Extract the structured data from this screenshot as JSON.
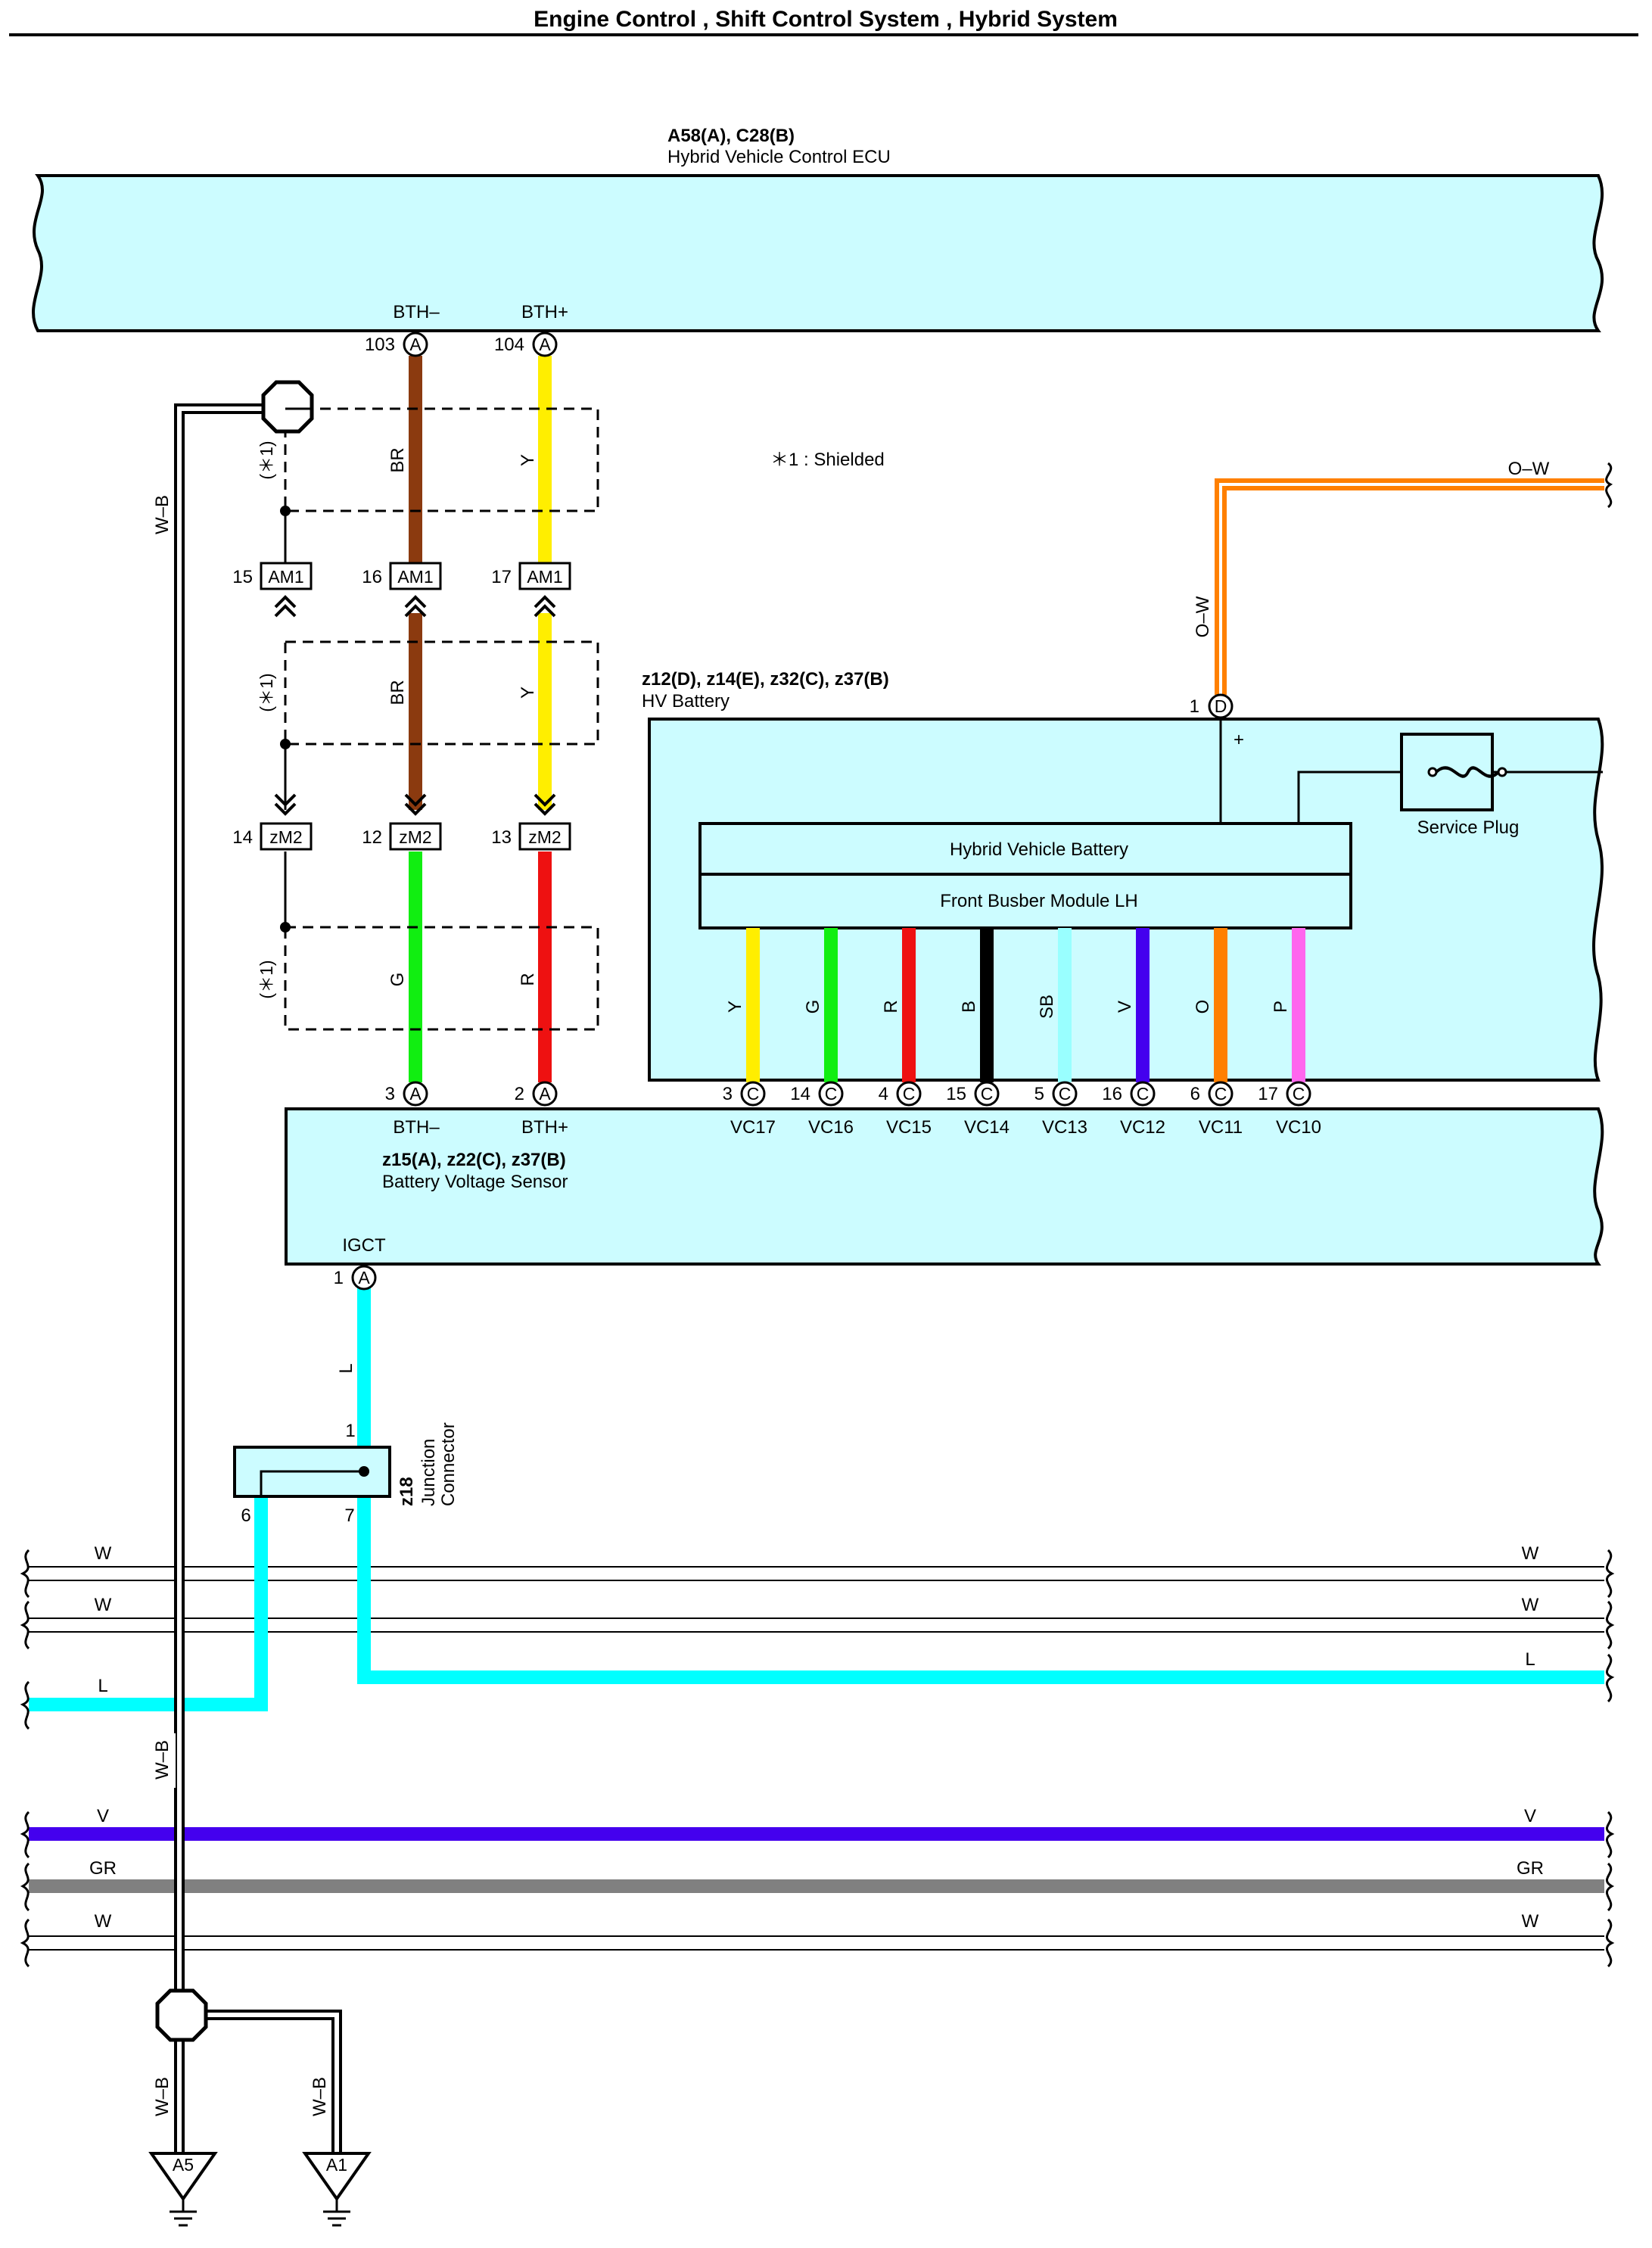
{
  "title": "Engine Control , Shift Control System , Hybrid System",
  "ecu": {
    "code": "A58(A), C28(B)",
    "name": "Hybrid Vehicle Control ECU"
  },
  "ecu_pins": [
    {
      "label": "BTH–",
      "num": "103",
      "conn": "A"
    },
    {
      "label": "BTH+",
      "num": "104",
      "conn": "A"
    }
  ],
  "shielded_note": "＊1 : Shielded",
  "shield_label": "(＊1)",
  "connectors": {
    "am1": [
      {
        "num": "15",
        "name": "AM1"
      },
      {
        "num": "16",
        "name": "AM1"
      },
      {
        "num": "17",
        "name": "AM1"
      }
    ],
    "zm2": [
      {
        "num": "14",
        "name": "zM2"
      },
      {
        "num": "12",
        "name": "zM2"
      },
      {
        "num": "13",
        "name": "zM2"
      }
    ]
  },
  "wire_colors": {
    "BR": "#8b3a0f",
    "Y": "#ffee00",
    "G": "#11ee11",
    "R": "#ee1111",
    "B": "#000000",
    "SB": "#99ffff",
    "V": "#4400ee",
    "O": "#ff8000",
    "P": "#ff66ee",
    "L": "#00ffff",
    "GR": "#808080"
  },
  "wire_labels": {
    "br": "BR",
    "y": "Y",
    "g": "G",
    "r": "R",
    "wb": "W–B",
    "ow": "O–W",
    "l": "L"
  },
  "hv_battery": {
    "code": "z12(D), z14(E), z32(C), z37(B)",
    "name": "HV Battery",
    "pin": {
      "num": "1",
      "conn": "D"
    },
    "plus": "+",
    "battery_label": "Hybrid Vehicle Battery",
    "busbar_label": "Front Busber Module LH",
    "service_plug": "Service Plug"
  },
  "busbar_wires": [
    {
      "color_label": "Y",
      "num": "3",
      "conn": "C",
      "terminal": "VC17"
    },
    {
      "color_label": "G",
      "num": "14",
      "conn": "C",
      "terminal": "VC16"
    },
    {
      "color_label": "R",
      "num": "4",
      "conn": "C",
      "terminal": "VC15"
    },
    {
      "color_label": "B",
      "num": "15",
      "conn": "C",
      "terminal": "VC14"
    },
    {
      "color_label": "SB",
      "num": "5",
      "conn": "C",
      "terminal": "VC13"
    },
    {
      "color_label": "V",
      "num": "16",
      "conn": "C",
      "terminal": "VC12"
    },
    {
      "color_label": "O",
      "num": "6",
      "conn": "C",
      "terminal": "VC11"
    },
    {
      "color_label": "P",
      "num": "17",
      "conn": "C",
      "terminal": "VC10"
    }
  ],
  "sensor": {
    "code": "z15(A), z22(C), z37(B)",
    "name": "Battery Voltage Sensor",
    "pins": [
      {
        "label": "BTH–",
        "num": "3",
        "conn": "A"
      },
      {
        "label": "BTH+",
        "num": "2",
        "conn": "A"
      }
    ],
    "igct": {
      "label": "IGCT",
      "num": "1",
      "conn": "A"
    }
  },
  "junction": {
    "code": "z18",
    "name1": "Junction",
    "name2": "Connector",
    "pin_in": "1",
    "pin_a": "6",
    "pin_b": "7"
  },
  "bus_lines": [
    {
      "label": "W",
      "color": "#ffffff",
      "style": "double"
    },
    {
      "label": "W",
      "color": "#ffffff",
      "style": "double"
    },
    {
      "label": "L",
      "color": "#00ffff",
      "style": "cyan"
    },
    {
      "label": "V",
      "color": "#4400ee",
      "style": "solid"
    },
    {
      "label": "GR",
      "color": "#808080",
      "style": "solid"
    },
    {
      "label": "W",
      "color": "#ffffff",
      "style": "double"
    }
  ],
  "grounds": [
    {
      "code": "A5",
      "wire": "W–B"
    },
    {
      "code": "A1",
      "wire": "W–B"
    }
  ]
}
